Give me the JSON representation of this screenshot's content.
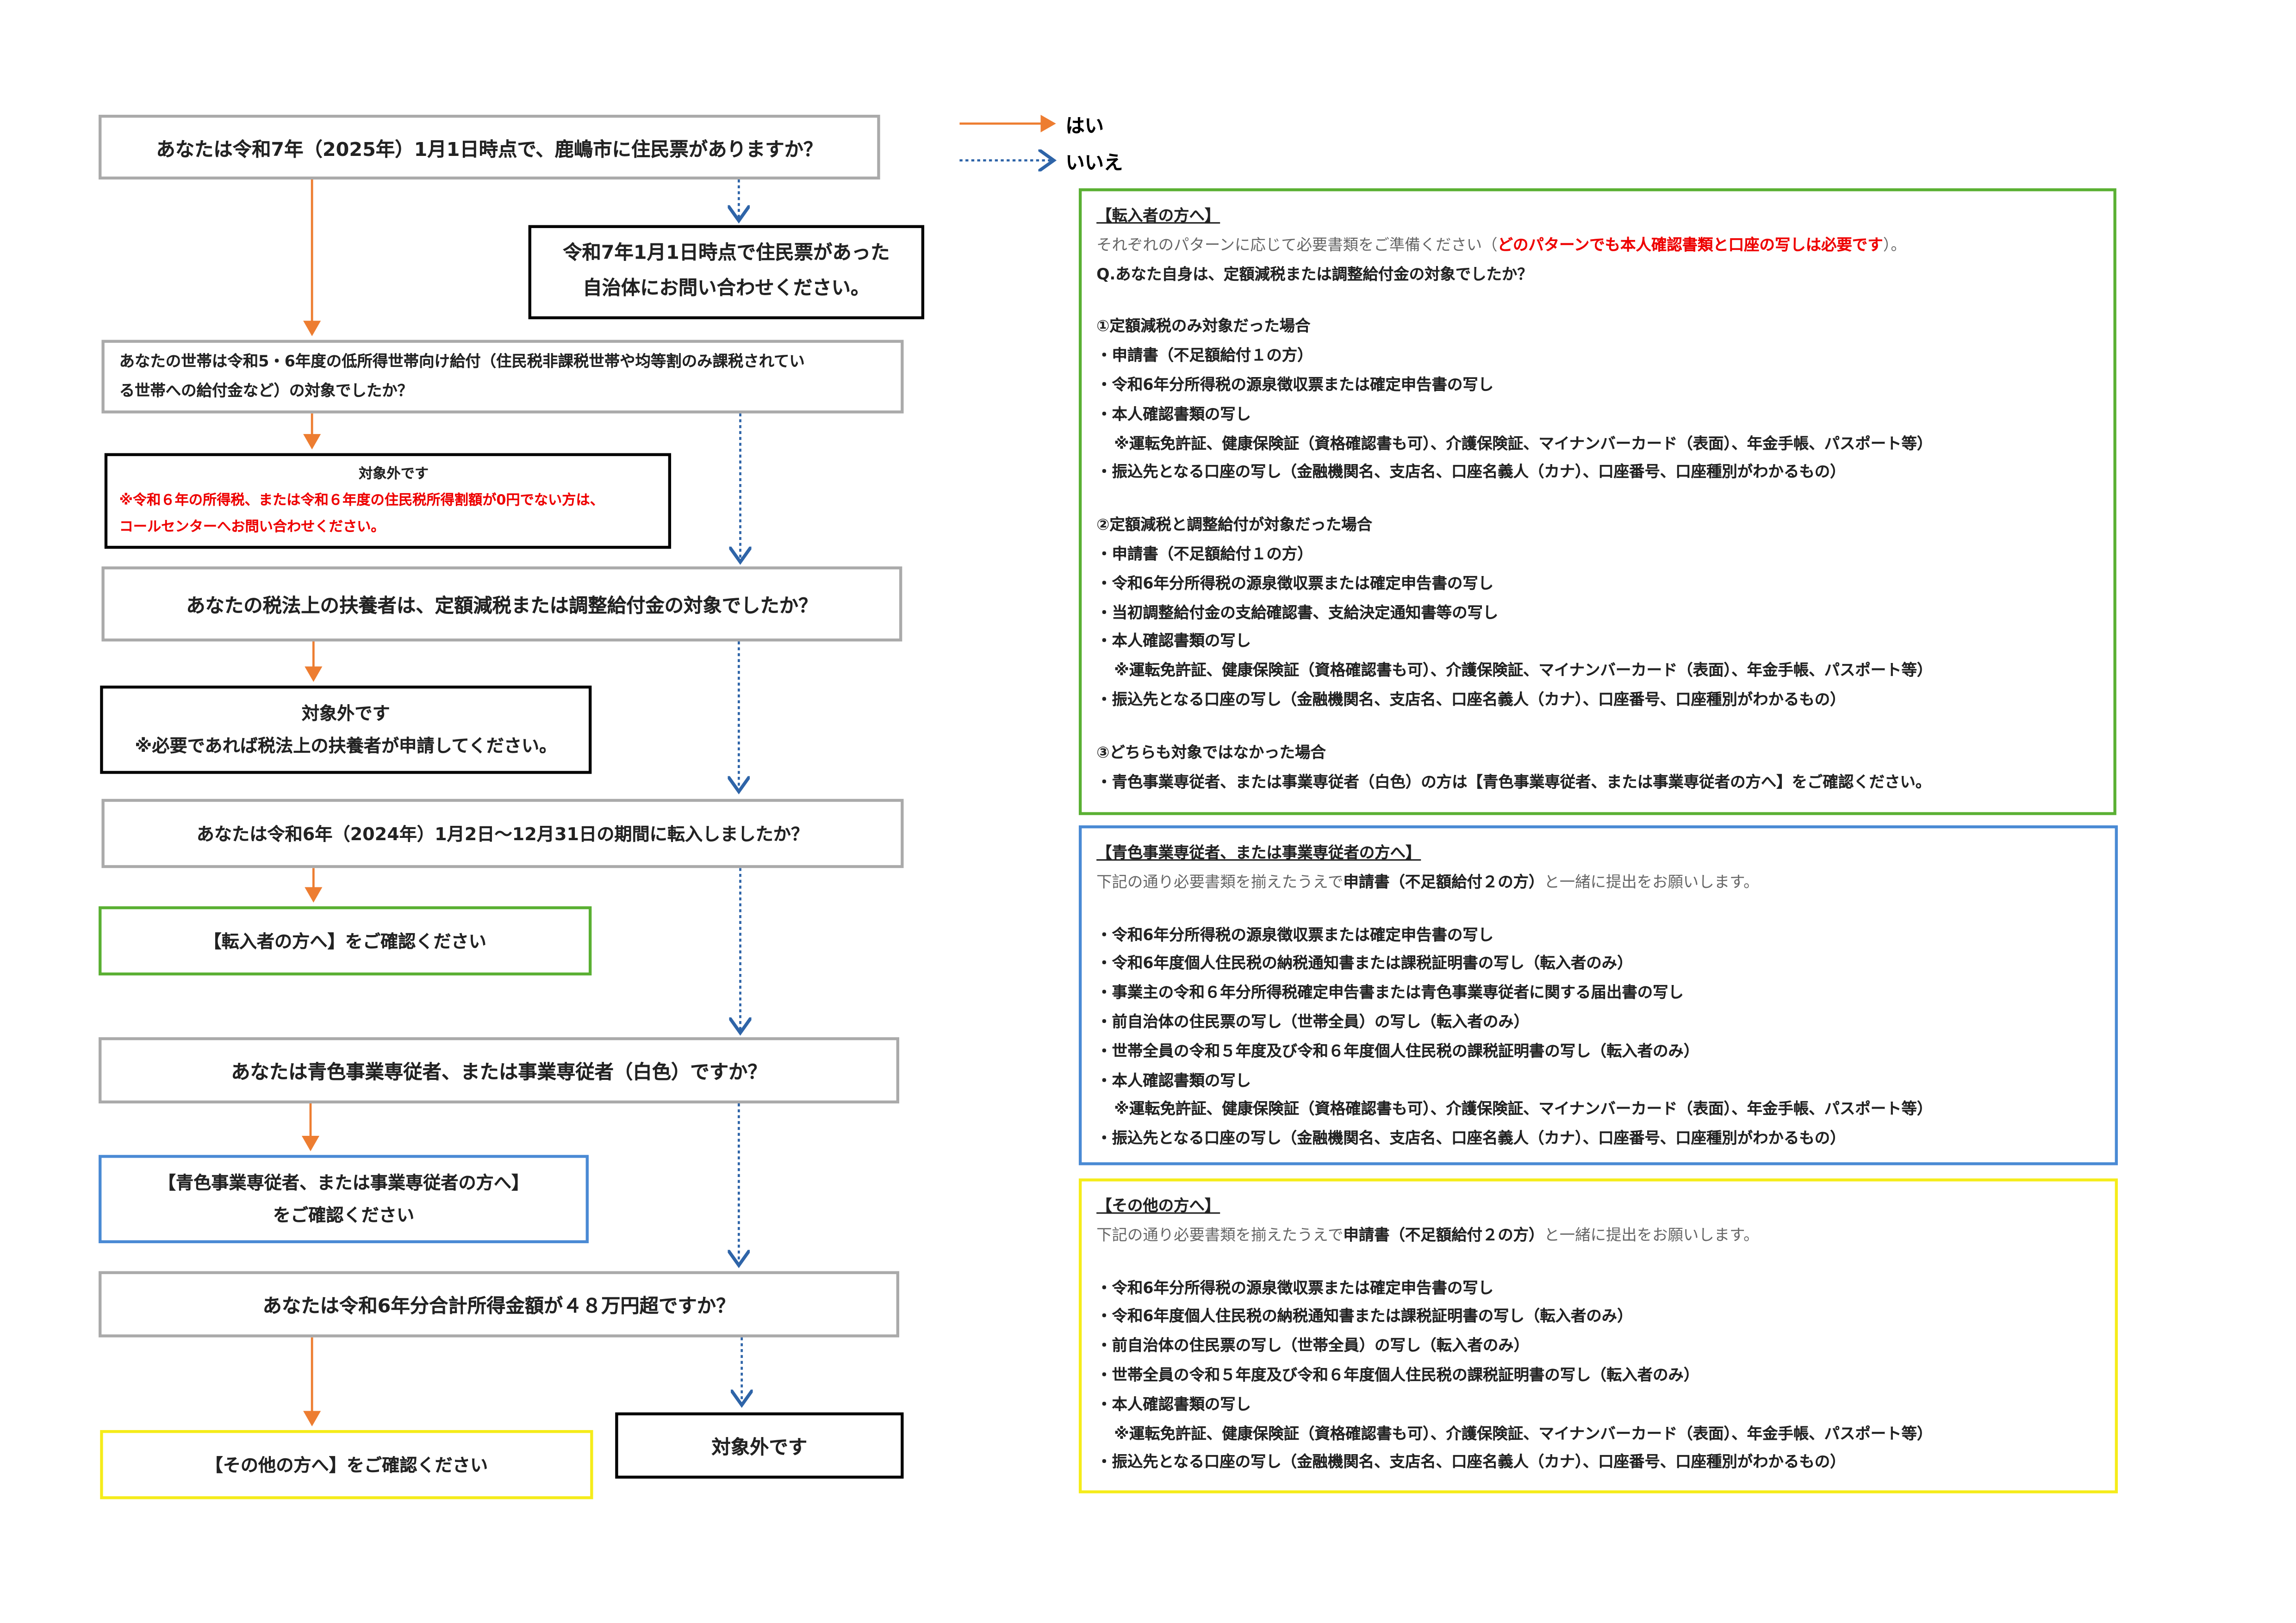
{
  "legend": {
    "yes": "はい",
    "no": "いいえ",
    "yes_color": "#ed7d31",
    "no_color": "#2e64a8"
  },
  "flow": {
    "q1": "あなたは令和7年（2025年）1月1日時点で、鹿嶋市に住民票がありますか？",
    "q1_no": [
      "令和7年1月1日時点で住民票があった",
      "自治体にお問い合わせください。"
    ],
    "q2": [
      "あなたの世帯は令和5・6年度の低所得世帯向け給付（住民税非課税世帯や均等割のみ課税されてい",
      "る世帯への給付金など）の対象でしたか？"
    ],
    "q2_yes": {
      "title": "対象外です",
      "note": [
        "※令和６年の所得税、または令和６年度の住民税所得割額が0円でない方は、",
        "コールセンターへお問い合わせください。"
      ]
    },
    "q3": "あなたの税法上の扶養者は、定額減税または調整給付金の対象でしたか？",
    "q3_yes": [
      "対象外です",
      "※必要であれば税法上の扶養者が申請してください。"
    ],
    "q4": "あなたは令和6年（2024年）1月2日～12月31日の期間に転入しましたか？",
    "q4_yes": "【転入者の方へ】をご確認ください",
    "q5": "あなたは青色事業専従者、または事業専従者（白色）ですか？",
    "q5_yes": [
      "【青色事業専従者、または事業専従者の方へ】",
      "をご確認ください"
    ],
    "q6": "あなたは令和6年分合計所得金額が４８万円超ですか？",
    "q6_yes": "【その他の方へ】をご確認ください",
    "q6_no": "対象外です"
  },
  "panels": {
    "tennyu": {
      "title": "【転入者の方へ】",
      "intro": "それぞれのパターンに応じて必要書類をご準備ください（",
      "intro_red": "どのパターンでも本人確認書類と口座の写しは必要です",
      "intro_end": "）。",
      "question": "Q.あなた自身は、定額減税または調整給付金の対象でしたか？",
      "case1": {
        "title": "①定額減税のみ対象だった場合",
        "items": [
          "・申請書（不足額給付１の方）",
          "・令和6年分所得税の源泉徴収票または確定申告書の写し",
          "・本人確認書類の写し",
          "※運転免許証、健康保険証（資格確認書も可）、介護保険証、マイナンバーカード（表面）、年金手帳、パスポート等）",
          "・振込先となる口座の写し（金融機関名、支店名、口座名義人（カナ）、口座番号、口座種別がわかるもの）"
        ]
      },
      "case2": {
        "title": "②定額減税と調整給付が対象だった場合",
        "items": [
          "・申請書（不足額給付１の方）",
          "・令和6年分所得税の源泉徴収票または確定申告書の写し",
          "・当初調整給付金の支給確認書、支給決定通知書等の写し",
          "・本人確認書類の写し",
          "※運転免許証、健康保険証（資格確認書も可）、介護保険証、マイナンバーカード（表面）、年金手帳、パスポート等）",
          "・振込先となる口座の写し（金融機関名、支店名、口座名義人（カナ）、口座番号、口座種別がわかるもの）"
        ]
      },
      "case3": {
        "title": "③どちらも対象ではなかった場合",
        "items": [
          "・青色事業専従者、または事業専従者（白色）の方は【青色事業専従者、または事業専従者の方へ】をご確認ください。"
        ]
      }
    },
    "aoiro": {
      "title": "【青色事業専従者、または事業専従者の方へ】",
      "intro_a": "下記の通り必要書類を揃えたうえで",
      "intro_b": "申請書（不足額給付２の方）",
      "intro_c": "と一緒に提出をお願いします。",
      "items": [
        "・令和6年分所得税の源泉徴収票または確定申告書の写し",
        "・令和6年度個人住民税の納税通知書または課税証明書の写し（転入者のみ）",
        "・事業主の令和６年分所得税確定申告書または青色事業専従者に関する届出書の写し",
        "・前自治体の住民票の写し（世帯全員）の写し（転入者のみ）",
        "・世帯全員の令和５年度及び令和６年度個人住民税の課税証明書の写し（転入者のみ）",
        "・本人確認書類の写し",
        "※運転免許証、健康保険証（資格確認書も可）、介護保険証、マイナンバーカード（表面）、年金手帳、パスポート等）",
        "・振込先となる口座の写し（金融機関名、支店名、口座名義人（カナ）、口座番号、口座種別がわかるもの）"
      ]
    },
    "sonota": {
      "title": "【その他の方へ】",
      "intro_a": "下記の通り必要書類を揃えたうえで",
      "intro_b": "申請書（不足額給付２の方）",
      "intro_c": "と一緒に提出をお願いします。",
      "items": [
        "・令和6年分所得税の源泉徴収票または確定申告書の写し",
        "・令和6年度個人住民税の納税通知書または課税証明書の写し（転入者のみ）",
        "・前自治体の住民票の写し（世帯全員）の写し（転入者のみ）",
        "・世帯全員の令和５年度及び令和６年度個人住民税の課税証明書の写し（転入者のみ）",
        "・本人確認書類の写し",
        "※運転免許証、健康保険証（資格確認書も可）、介護保険証、マイナンバーカード（表面）、年金手帳、パスポート等）",
        "・振込先となる口座の写し（金融機関名、支店名、口座名義人（カナ）、口座番号、口座種別がわかるもの）"
      ]
    }
  }
}
